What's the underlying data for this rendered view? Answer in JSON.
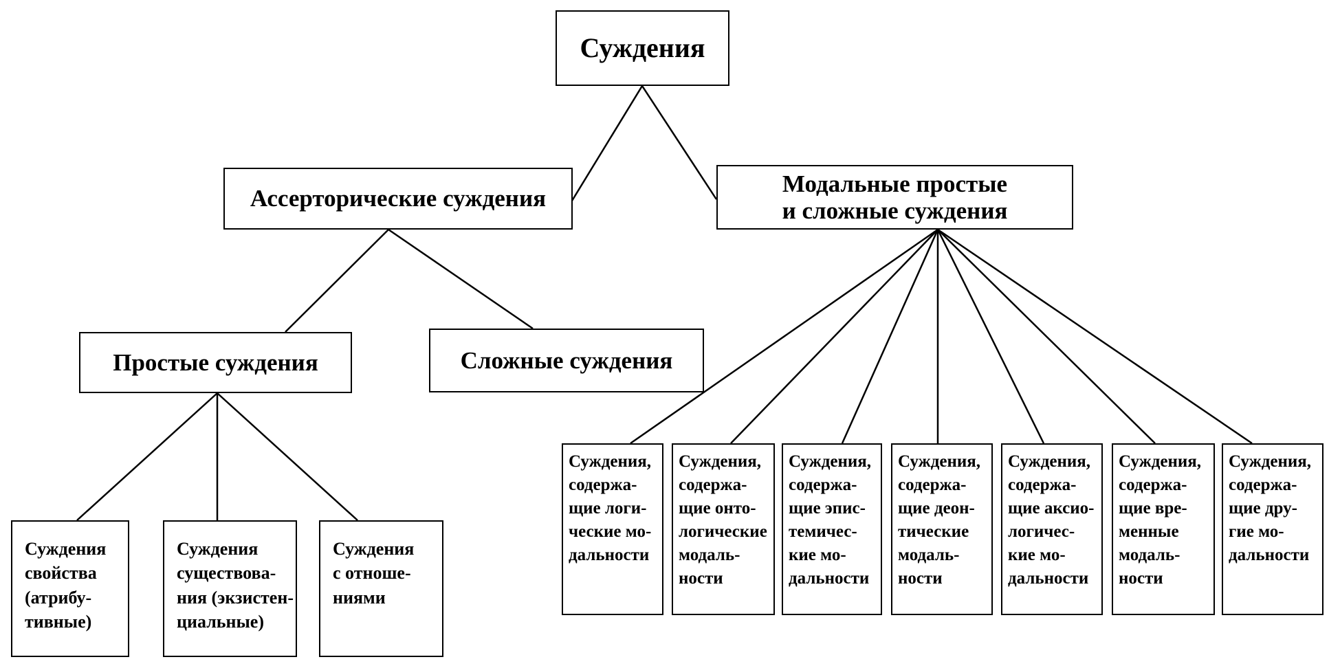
{
  "root": {
    "label": "Суждения"
  },
  "level1": [
    {
      "label": "Ассерторические суждения"
    },
    {
      "label": "Модальные простые и сложные суждения"
    }
  ],
  "level2": [
    {
      "label": "Простые суждения"
    },
    {
      "label": "Сложные суждения"
    }
  ],
  "simple_kinds": [
    {
      "lines": [
        "Суждения",
        "свойства",
        "(атрибу-",
        "тивные)"
      ]
    },
    {
      "lines": [
        "Суждения",
        "существова-",
        "ния (экзистен-",
        "циальные)"
      ]
    },
    {
      "lines": [
        "Суждения",
        "с отноше-",
        "ниями"
      ]
    }
  ],
  "modal_kinds": [
    {
      "lines": [
        "Суждения,",
        "содержа-",
        "щие логи-",
        "ческие мо-",
        "дальности"
      ]
    },
    {
      "lines": [
        "Суждения,",
        "содержа-",
        "щие онто-",
        "логические",
        "модаль-",
        "ности"
      ]
    },
    {
      "lines": [
        "Суждения,",
        "содержа-",
        "щие эпис-",
        "темичес-",
        "кие мо-",
        "дальности"
      ]
    },
    {
      "lines": [
        "Суждения,",
        "содержа-",
        "щие деон-",
        "тические",
        "модаль-",
        "ности"
      ]
    },
    {
      "lines": [
        "Суждения,",
        "содержа-",
        "щие аксио-",
        "логичес-",
        "кие мо-",
        "дальности"
      ]
    },
    {
      "lines": [
        "Суждения,",
        "содержа-",
        "щие вре-",
        "менные",
        "модаль-",
        "ности"
      ]
    },
    {
      "lines": [
        "Суждения,",
        "содержа-",
        "щие дру-",
        "гие мо-",
        "дальности"
      ]
    }
  ]
}
